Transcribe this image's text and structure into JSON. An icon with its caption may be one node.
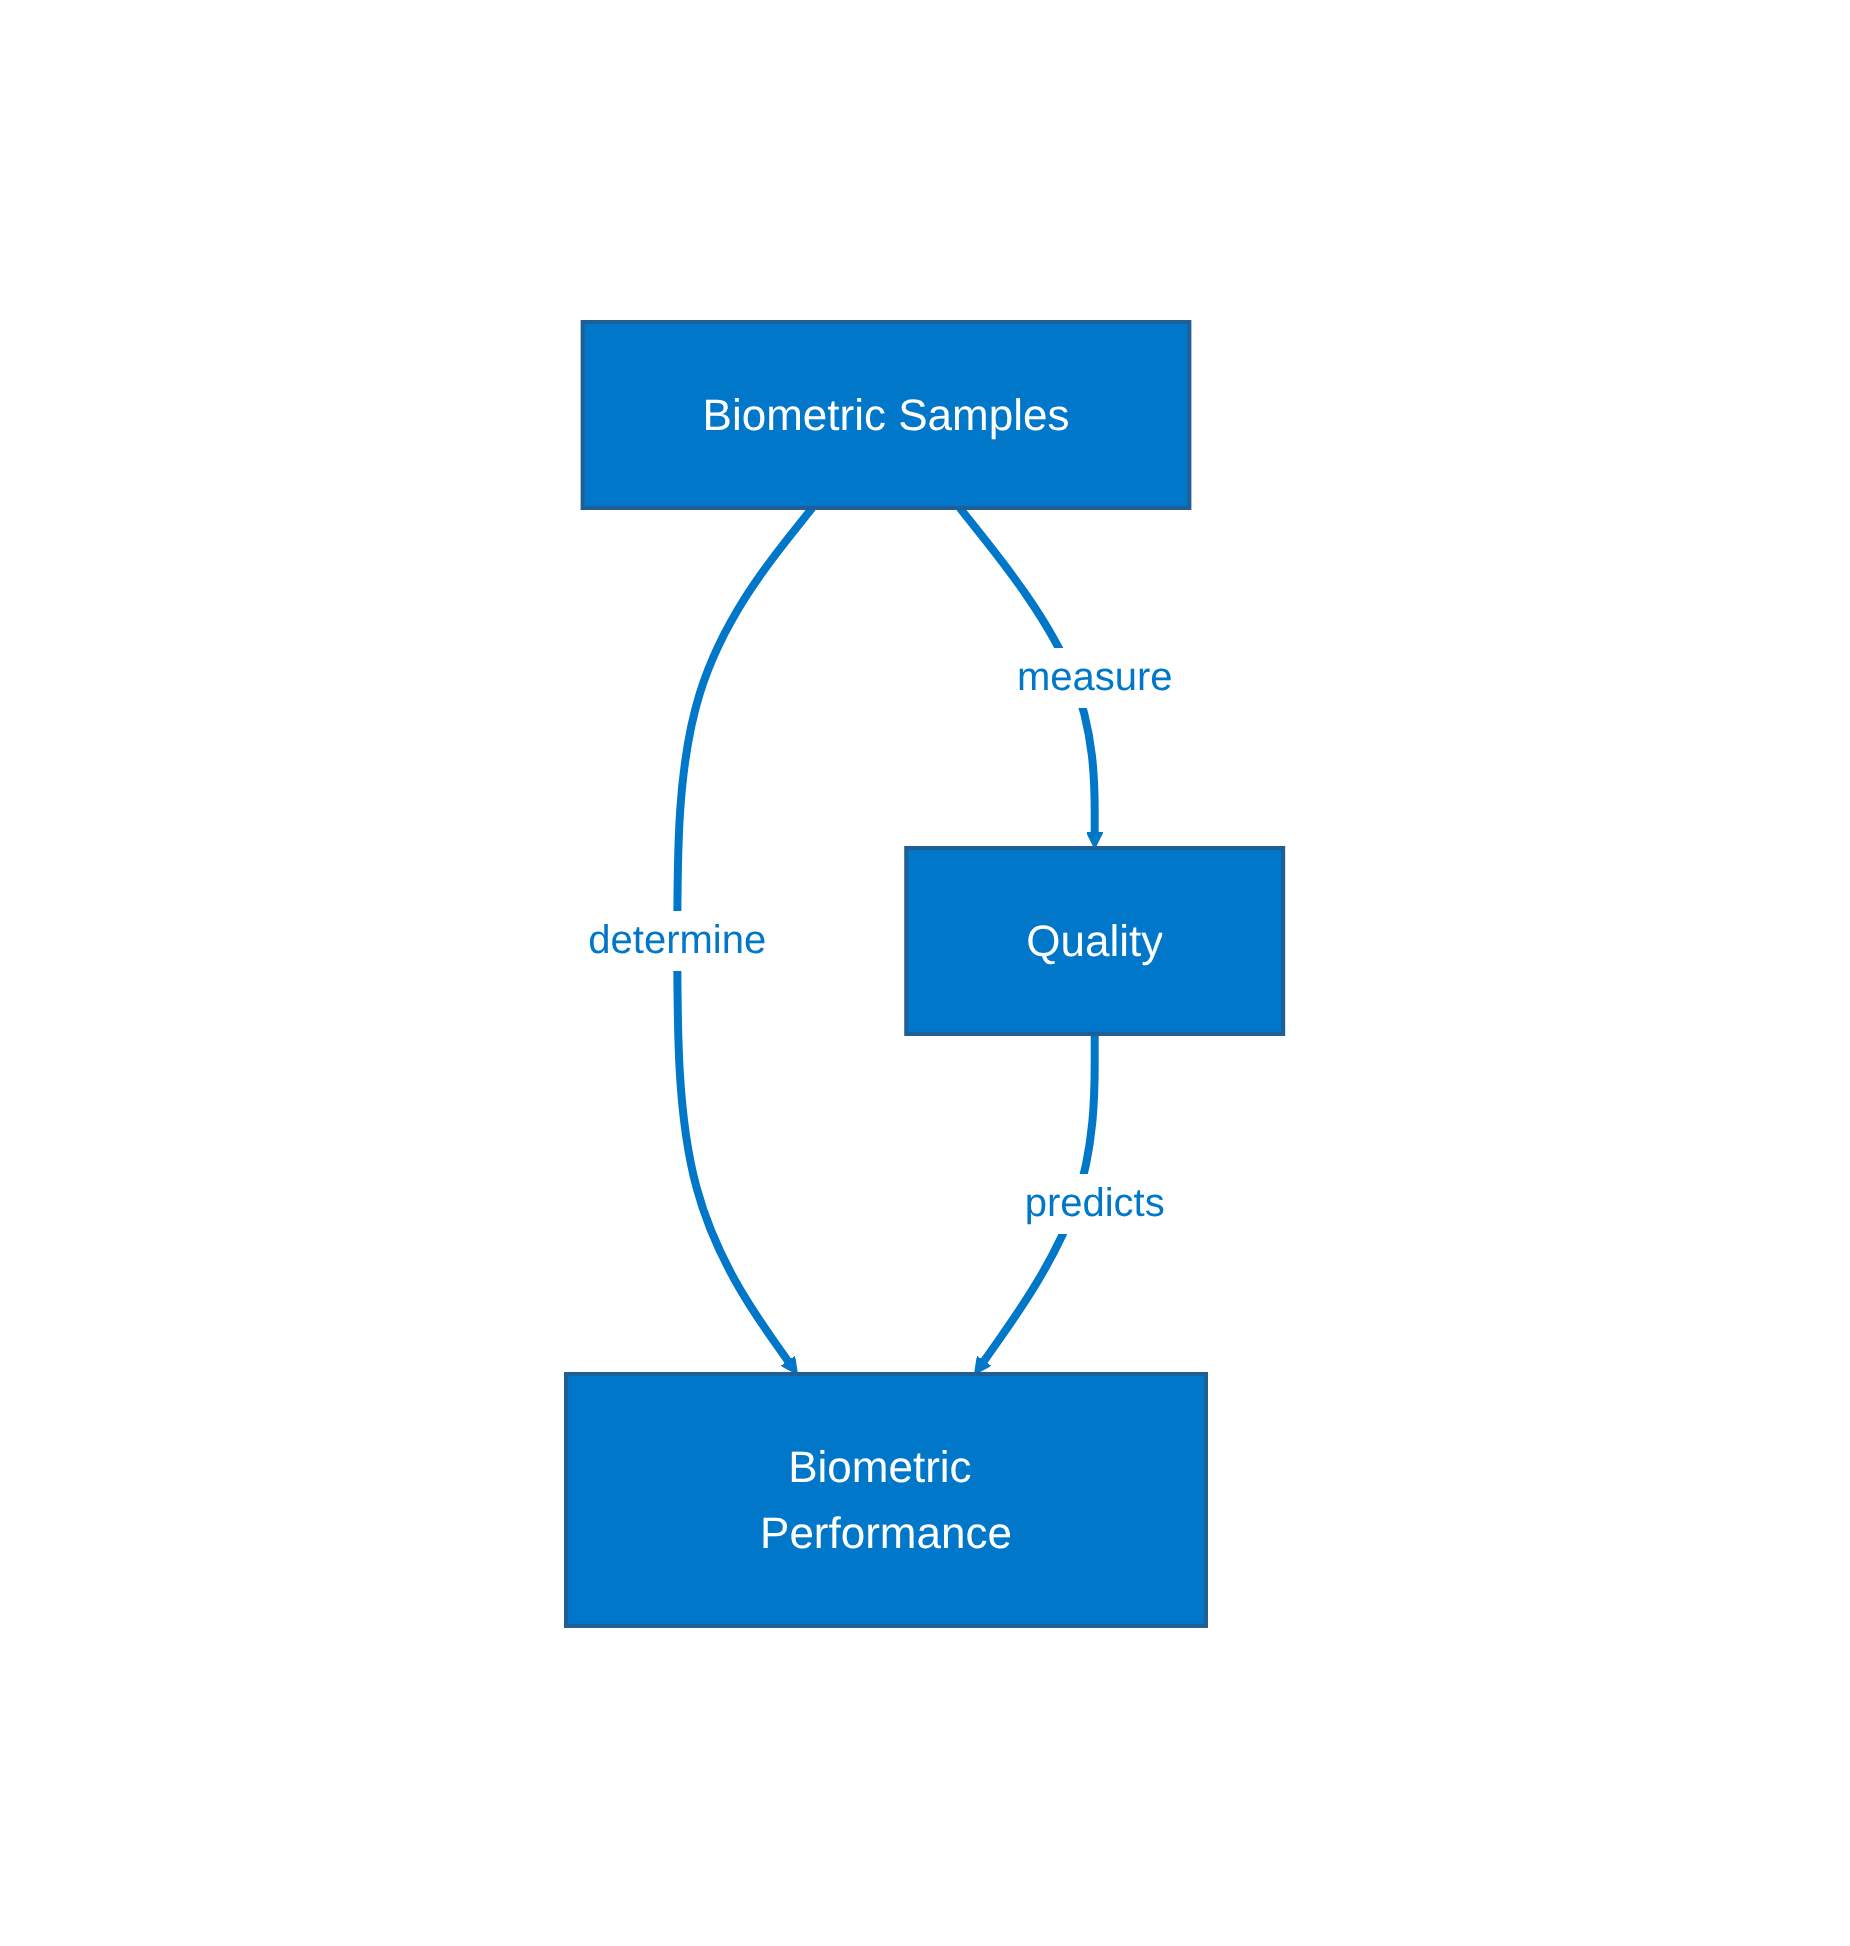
{
  "diagram": {
    "nodes": [
      {
        "text": [
          "Biometric Performance"
        ]
      },
      {
        "text": [
          "Biometric Samples"
        ]
      },
      {
        "text": [
          "Quality"
        ]
      }
    ],
    "edges": [
      {
        "from": 1,
        "to": 0,
        "label": "determine",
        "arrow": "to"
      },
      {
        "from": 1,
        "to": 2,
        "label": "measure",
        "arrow": "to"
      },
      {
        "from": 2,
        "to": 0,
        "label": "predicts",
        "arrow": "to"
      }
    ]
  }
}
